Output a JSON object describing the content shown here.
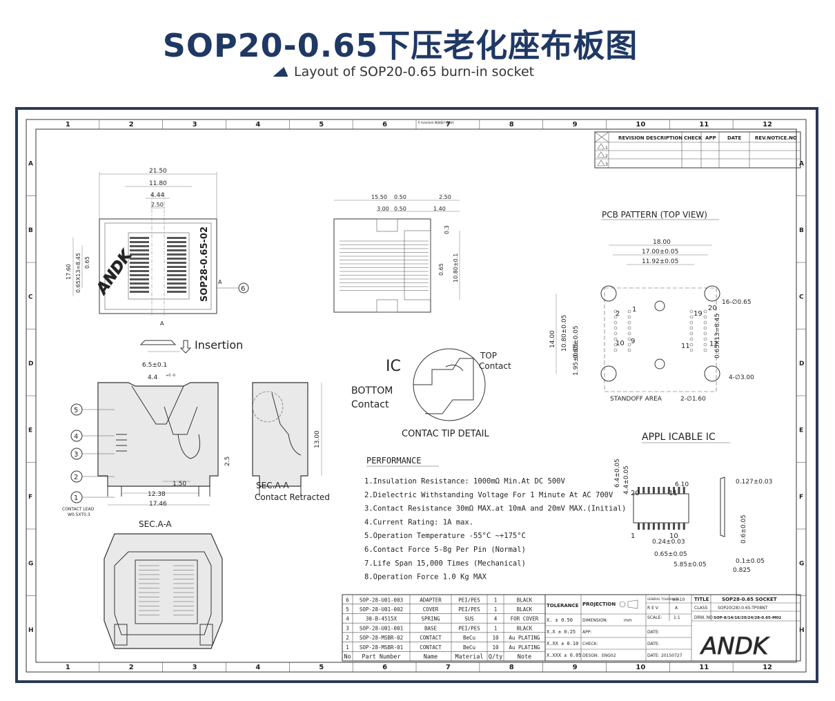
{
  "header": {
    "title": "SOP20-0.65下压老化座布板图",
    "subtitle": "Layout of SOP20-0.65 burn-in socket"
  },
  "grid": {
    "columns": [
      "1",
      "2",
      "3",
      "4",
      "5",
      "6",
      "7",
      "8",
      "9",
      "10",
      "11",
      "12"
    ],
    "rows": [
      "A",
      "B",
      "C",
      "D",
      "E",
      "F",
      "G",
      "H"
    ],
    "top_note": "R Autodesk 教育版产品制作"
  },
  "revision_table": {
    "headers": [
      "REVISION DESCRIPTION",
      "CHECK",
      "APP",
      "DATE",
      "REV.NOTICE.NO"
    ],
    "rows": [
      "1",
      "2",
      "3"
    ]
  },
  "top_view": {
    "dims": [
      "21.50",
      "11.80",
      "4.44",
      "2.50",
      "17.60",
      "0.65X13=8.45",
      "0.65"
    ],
    "logo": "ANDK",
    "model": "SOP28-0.65-02",
    "section_marks": [
      "A",
      "A"
    ],
    "callout": "6"
  },
  "side_view": {
    "dims": [
      "15.50",
      "0.50",
      "2.50",
      "3.00",
      "0.50",
      "1.40",
      "0.3",
      "0.65",
      "10.80±0.1"
    ]
  },
  "insertion": "Insertion",
  "section": {
    "dims": [
      "6.5±0.1",
      "4.4",
      "2.5",
      "1.50",
      "12.38",
      "17.46",
      "13.00"
    ],
    "tol": "+0 -0",
    "callouts": [
      "5",
      "4",
      "3",
      "2",
      "1"
    ],
    "contact_lead": "CONTACT LEAD",
    "lead_size": "W0.5XT0.3",
    "label": "SEC.A-A",
    "retracted_1": "SEC.A-A",
    "retracted_2": "Contact Retracted"
  },
  "tip": {
    "ic": "IC",
    "top_1": "TOP",
    "top_2": "Contact",
    "bottom_1": "BOTTOM",
    "bottom_2": "Contact",
    "caption": "CONTAC TIP DETAIL"
  },
  "pcb": {
    "title": "PCB PATTERN  (TOP VIEW)",
    "dims": [
      "18.00",
      "17.00±0.05",
      "11.92±0.05",
      "14.00",
      "10.80±0.05",
      "0.65±0.05",
      "1.95±0.05",
      "16-∅0.65",
      "0.65X13=8.45",
      "4-∅3.00",
      "STANDOFF AREA",
      "2-∅1.60"
    ],
    "pins": [
      "1",
      "2",
      "9",
      "10",
      "11",
      "12",
      "19",
      "20"
    ]
  },
  "ic": {
    "title": "APPL ICABLE IC",
    "dims": [
      "6.4±0.05",
      "4.4±0.05",
      "6.10",
      "0.127±0.03",
      "0.6±0.05",
      "0.24±0.03",
      "0.65±0.05",
      "5.85±0.05",
      "0.1±0.05",
      "0.825"
    ],
    "pins": [
      "20",
      "11",
      "1",
      "10"
    ]
  },
  "performance": {
    "title": "PERFORMANCE",
    "items": [
      "1.Insulation Resistance: 1000mΩ Min.At DC 500V",
      "2.Dielectric Withstanding Voltage For 1 Minute At AC 700V",
      "3.Contact Resistance 30mΩ MAX.at 10mA and 20mV MAX.(Initial)",
      "4.Current Rating: 1A max.",
      "5.Operation Temperature -55°C ~+175°C",
      "6.Contact Force 5-8g Per Pin (Normal)",
      "7.Life Span 15,000 Times (Mechanical)",
      "8.Operation Force 1.0 Kg MAX"
    ]
  },
  "bom": {
    "headers": [
      "No",
      "Part Number",
      "Name",
      "Material",
      "Q/ty",
      "Note"
    ],
    "rows": [
      [
        "6",
        "SOP-28-U01-003",
        "ADAPTER",
        "PEI/PES",
        "1",
        "BLACK"
      ],
      [
        "5",
        "SOP-28-U01-002",
        "COVER",
        "PEI/PES",
        "1",
        "BLACK"
      ],
      [
        "4",
        "30-B-4515X",
        "SPRING",
        "SUS",
        "4",
        "FOR COVER"
      ],
      [
        "3",
        "SOP-28-U01-001",
        "BASE",
        "PEI/PES",
        "1",
        "BLACK"
      ],
      [
        "2",
        "SOP-28-MSBR-02",
        "CONTACT",
        "BeCu",
        "10",
        "Au PLATING"
      ],
      [
        "1",
        "SOP-28-MSBR-01",
        "CONTACT",
        "BeCu",
        "10",
        "Au PLATING"
      ]
    ]
  },
  "title_block": {
    "tolerance": "TOLERANCE",
    "tol_rows": [
      "X.    ± 0.50",
      "X.X   ± 0.25",
      "X.XX  ± 0.10",
      "X.XXX ± 0.05"
    ],
    "projection": "PROJECTION",
    "dimension": "DIMENSION:",
    "dimension_unit": "mm",
    "app": "APP:",
    "check": "CHECK:",
    "design": "DESGN:",
    "designer": "ENG02",
    "date": "DATE:",
    "date_value": "20150727",
    "general": "GENERAL TOLERANCES",
    "general_value": "±0.10",
    "rev": "R E V",
    "rev_value": "A",
    "scale": "SCALE:",
    "scale_value": "1:1",
    "title_label": "TITLE",
    "title_value": "SOP28-0.65 SOCKET",
    "class_label": "CLASS",
    "class_value": "SOP20(28)-0.65-TP08NT",
    "dwg_label": "DRW. NO",
    "dwg_value": "SOP-8/14/16/20/24/28-0.65-M02",
    "logo": "ANDK"
  }
}
